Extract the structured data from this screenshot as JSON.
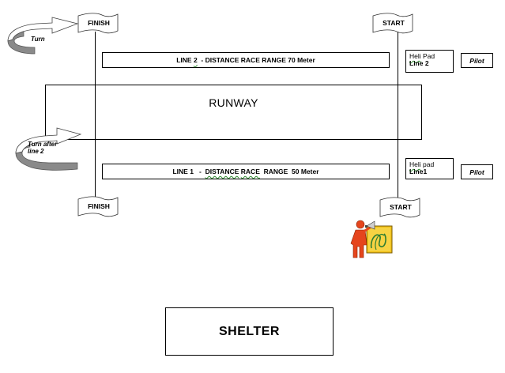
{
  "flags": {
    "finish_top": "FINISH",
    "start_top": "START",
    "finish_bottom": "FINISH",
    "start_bottom": "START"
  },
  "line2": {
    "prefix": "LINE ",
    "number": "2",
    "text": "  - DISTANCE RACE RANGE 70 Meter"
  },
  "line1": {
    "prefix": "LINE 1   -  ",
    "distance": "DISTANCE",
    "space": " ",
    "race": "RACE",
    "rest": "  RANGE  50 Meter"
  },
  "runway": "RUNWAY",
  "helipad_top": {
    "line_a_word": "Heli",
    "line_a_rest": " Pad",
    "line_b": "Line 2"
  },
  "helipad_bottom": {
    "line_a_word": "Heli",
    "line_a_rest": " pad",
    "line_b": "Line1"
  },
  "pilot_top": "Pilot",
  "pilot_bottom": "Pilot",
  "turn_top": "Turn",
  "turn_bottom": {
    "line1": "Turn after",
    "line2": "line 2"
  },
  "shelter": "SHELTER",
  "colors": {
    "arrow_fill": "#ffffff",
    "arrow_shadow": "#8a8a8a",
    "person": "#e5451d",
    "board": "#f2c21a",
    "squiggle": "#2e8b2e"
  },
  "icons": [
    "turn-arrow-icon",
    "flag-icon",
    "person-with-megaphone-icon"
  ]
}
